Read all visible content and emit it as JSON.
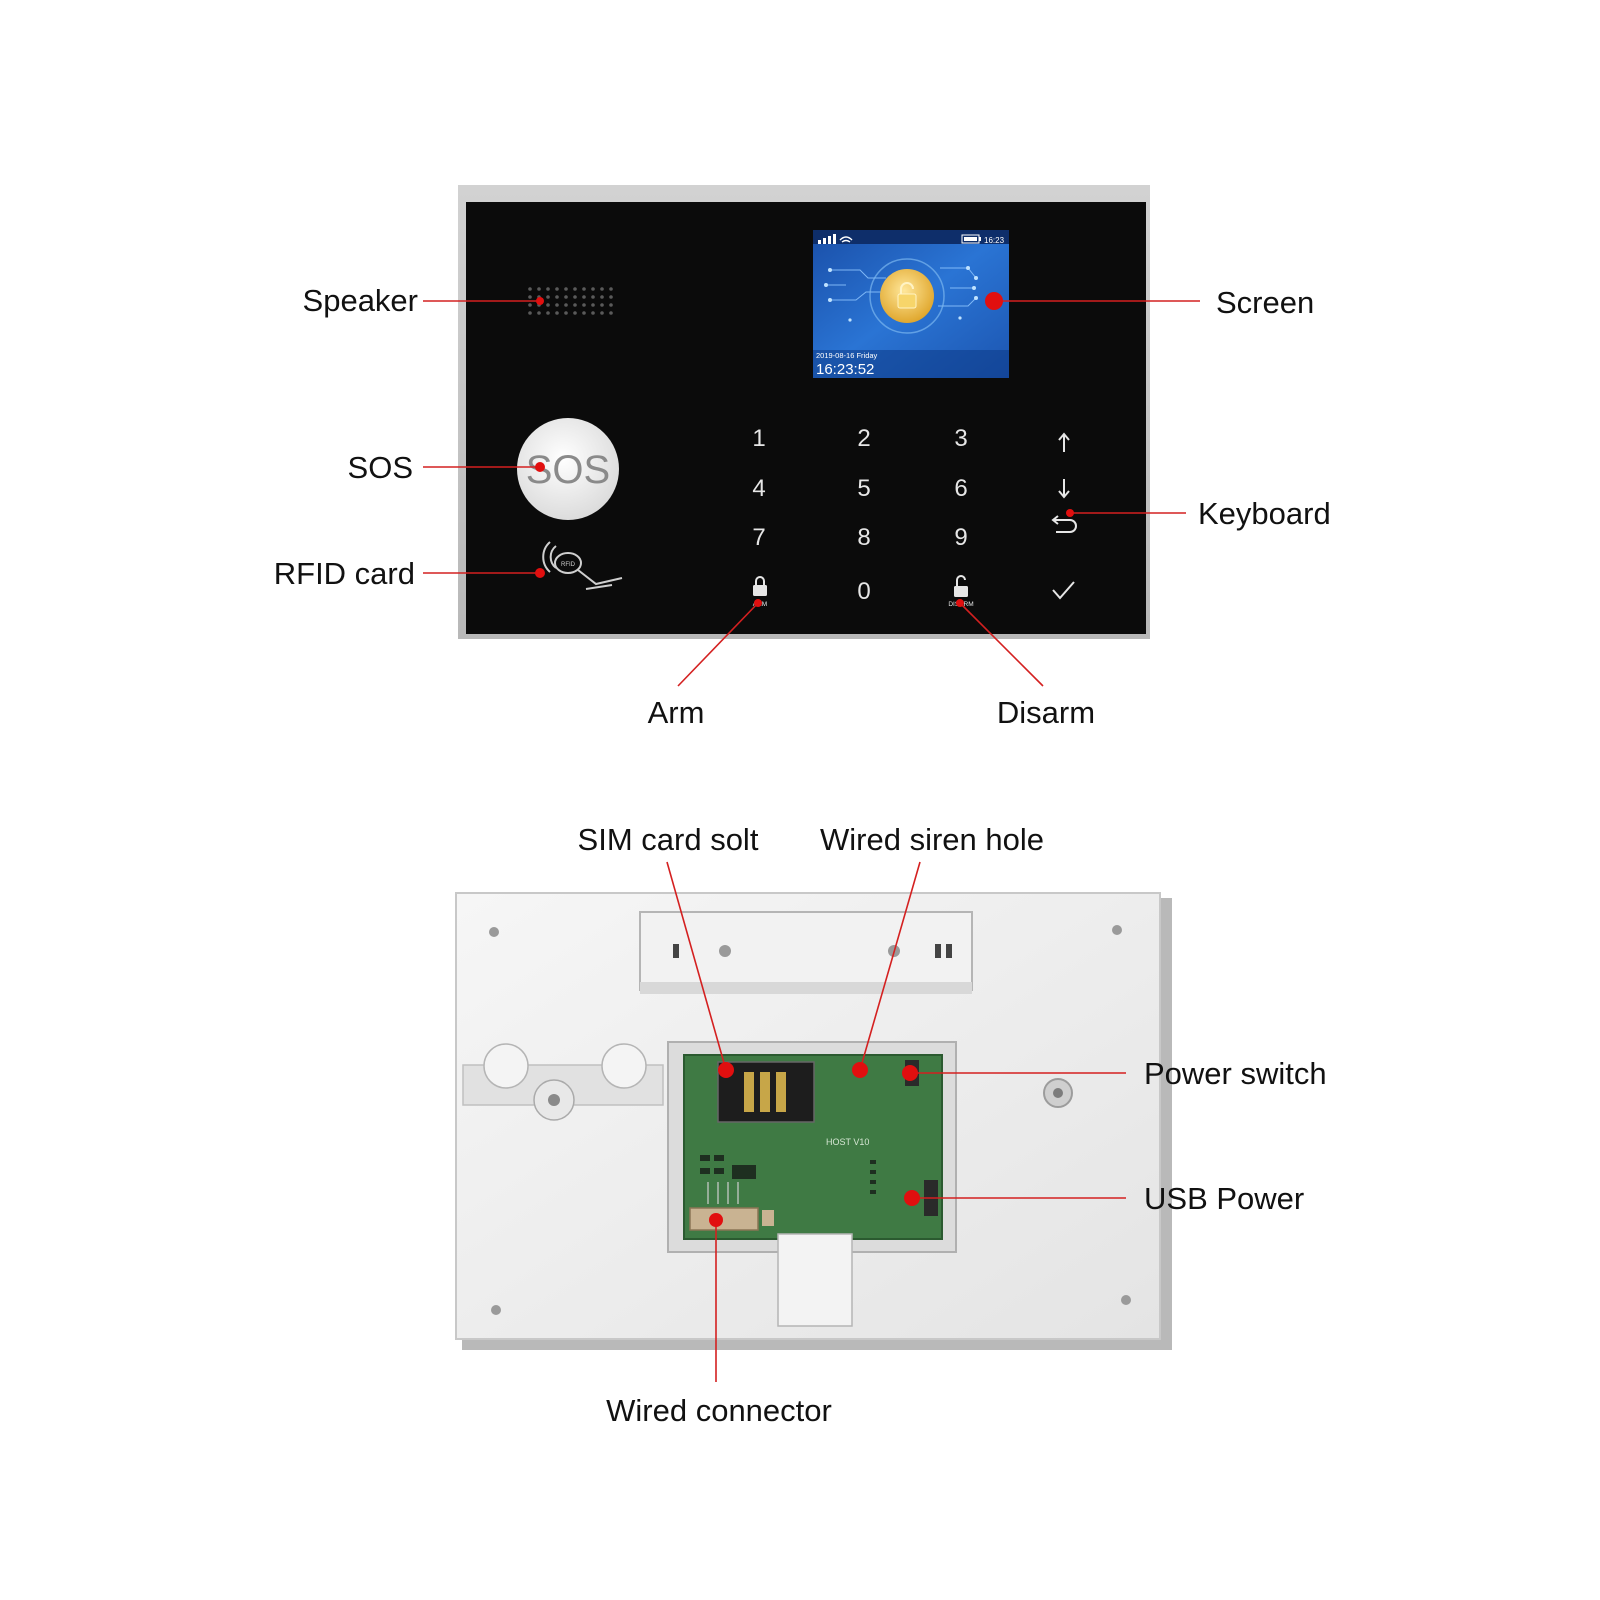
{
  "screen_display": {
    "time_small": "16:23",
    "date_line": "2019-08-16 Friday",
    "clock": "16:23:52"
  },
  "front_panel": {
    "sos_button": "SOS",
    "keys": [
      "1",
      "2",
      "3",
      "4",
      "5",
      "6",
      "7",
      "8",
      "9",
      "0"
    ],
    "arm_key_label": "ARM",
    "disarm_key_label": "DISARM",
    "rfid_tag": "RFID"
  },
  "back_panel": {
    "pcb_marking": "HOST V10"
  },
  "callouts": {
    "speaker": "Speaker",
    "screen": "Screen",
    "sos": "SOS",
    "keyboard": "Keyboard",
    "rfid_card": "RFID card",
    "arm": "Arm",
    "disarm": "Disarm",
    "sim_card_slot": "SIM card solt",
    "wired_siren_hole": "Wired siren hole",
    "power_switch": "Power switch",
    "usb_power": "USB Power",
    "wired_connector": "Wired connector"
  },
  "colors": {
    "leader_line": "#d42020",
    "marker_dot": "#e10f0f",
    "panel_black": "#0b0b0b",
    "screen_blue": "#1f62c4",
    "pcb_green": "#3f7a44",
    "back_case": "#efefef"
  },
  "icons": [
    "arrow-up-icon",
    "arrow-down-icon",
    "back-icon",
    "check-icon",
    "lock-icon",
    "unlock-icon",
    "rfid-card-icon",
    "signal-icon",
    "wifi-icon",
    "battery-icon",
    "padlock-icon"
  ]
}
